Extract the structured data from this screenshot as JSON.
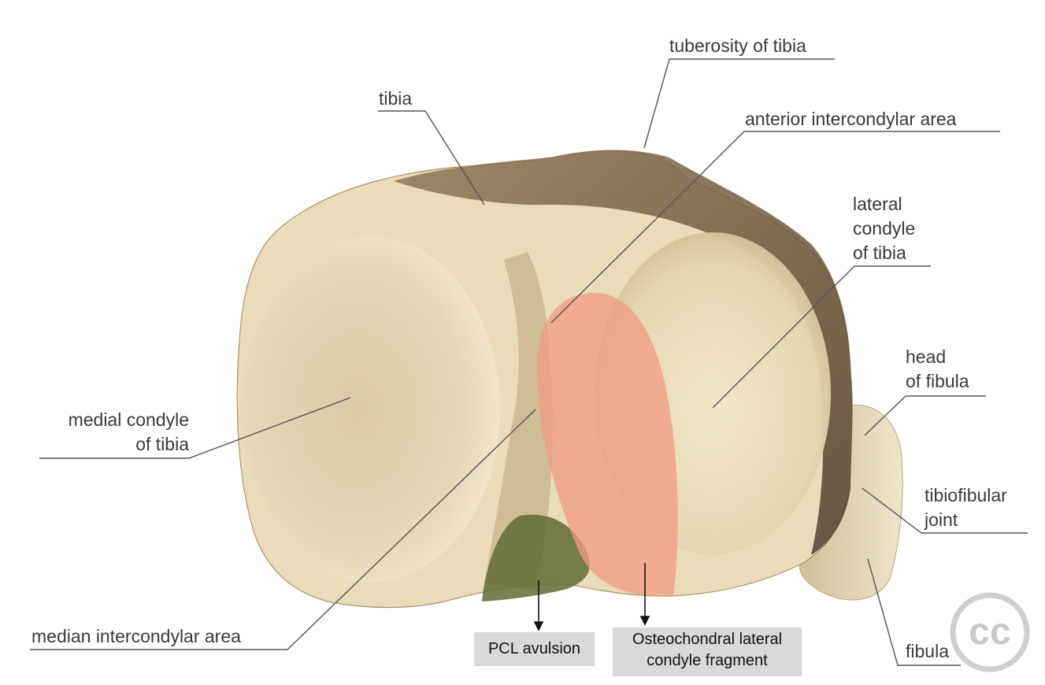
{
  "labels": {
    "tuberosity": "tuberosity of tibia",
    "tibia": "tibia",
    "anterior_intercondylar": "anterior intercondylar area",
    "lateral_condyle": [
      "lateral",
      "condyle",
      "of tibia"
    ],
    "head_fibula": [
      "head",
      "of fibula"
    ],
    "medial_condyle": [
      "medial condyle",
      "of tibia"
    ],
    "tibiofibular": [
      "tibiofibular",
      "joint"
    ],
    "median_intercondylar": "median intercondylar area",
    "fibula": "fibula"
  },
  "callouts": {
    "pcl": "PCL avulsion",
    "osteochondral": [
      "Osteochondral lateral",
      "condyle fragment"
    ]
  },
  "badge": {
    "text": "cc"
  },
  "colors": {
    "bone_light": "#efe3c2",
    "bone_dark": "#6e5a3e",
    "highlight_red": "#f29a82",
    "highlight_green": "#5f6b34",
    "leader_line": "#555555",
    "callout_box": "#d9d9d9"
  }
}
